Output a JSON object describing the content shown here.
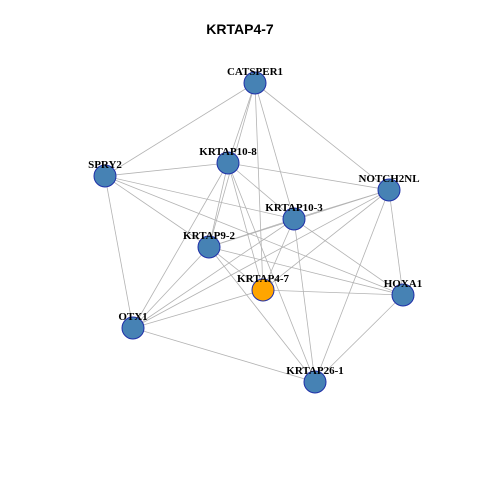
{
  "title": "KRTAP4-7",
  "colors": {
    "node_fill": "#4682b4",
    "focus_fill": "#ffa500",
    "node_stroke": "#1f2fa8",
    "edge": "#b3b3b3"
  },
  "nodes": [
    {
      "id": "CATSPER1",
      "label": "CATSPER1",
      "focus": false
    },
    {
      "id": "KRTAP10-8",
      "label": "KRTAP10-8",
      "focus": false
    },
    {
      "id": "SPRY2",
      "label": "SPRY2",
      "focus": false
    },
    {
      "id": "NOTCH2NL",
      "label": "NOTCH2NL",
      "focus": false
    },
    {
      "id": "KRTAP10-3",
      "label": "KRTAP10-3",
      "focus": false
    },
    {
      "id": "KRTAP9-2",
      "label": "KRTAP9-2",
      "focus": false
    },
    {
      "id": "KRTAP4-7",
      "label": "KRTAP4-7",
      "focus": true
    },
    {
      "id": "HOXA1",
      "label": "HOXA1",
      "focus": false
    },
    {
      "id": "OTX1",
      "label": "OTX1",
      "focus": false
    },
    {
      "id": "KRTAP26-1",
      "label": "KRTAP26-1",
      "focus": false
    }
  ],
  "edges": [
    [
      "CATSPER1",
      "SPRY2"
    ],
    [
      "CATSPER1",
      "KRTAP10-8"
    ],
    [
      "CATSPER1",
      "NOTCH2NL"
    ],
    [
      "CATSPER1",
      "KRTAP10-3"
    ],
    [
      "CATSPER1",
      "KRTAP9-2"
    ],
    [
      "CATSPER1",
      "KRTAP4-7"
    ],
    [
      "SPRY2",
      "KRTAP10-8"
    ],
    [
      "SPRY2",
      "KRTAP10-3"
    ],
    [
      "SPRY2",
      "KRTAP9-2"
    ],
    [
      "SPRY2",
      "OTX1"
    ],
    [
      "SPRY2",
      "HOXA1"
    ],
    [
      "KRTAP10-8",
      "NOTCH2NL"
    ],
    [
      "KRTAP10-8",
      "KRTAP10-3"
    ],
    [
      "KRTAP10-8",
      "KRTAP9-2"
    ],
    [
      "KRTAP10-8",
      "KRTAP4-7"
    ],
    [
      "KRTAP10-8",
      "OTX1"
    ],
    [
      "KRTAP10-8",
      "KRTAP26-1"
    ],
    [
      "NOTCH2NL",
      "KRTAP10-3"
    ],
    [
      "NOTCH2NL",
      "KRTAP9-2"
    ],
    [
      "NOTCH2NL",
      "KRTAP4-7"
    ],
    [
      "NOTCH2NL",
      "HOXA1"
    ],
    [
      "NOTCH2NL",
      "KRTAP26-1"
    ],
    [
      "NOTCH2NL",
      "OTX1"
    ],
    [
      "KRTAP10-3",
      "KRTAP9-2"
    ],
    [
      "KRTAP10-3",
      "KRTAP4-7"
    ],
    [
      "KRTAP10-3",
      "HOXA1"
    ],
    [
      "KRTAP10-3",
      "OTX1"
    ],
    [
      "KRTAP10-3",
      "KRTAP26-1"
    ],
    [
      "KRTAP9-2",
      "KRTAP4-7"
    ],
    [
      "KRTAP9-2",
      "HOXA1"
    ],
    [
      "KRTAP9-2",
      "OTX1"
    ],
    [
      "KRTAP9-2",
      "KRTAP26-1"
    ],
    [
      "KRTAP4-7",
      "HOXA1"
    ],
    [
      "KRTAP4-7",
      "OTX1"
    ],
    [
      "OTX1",
      "KRTAP26-1"
    ],
    [
      "HOXA1",
      "KRTAP26-1"
    ]
  ]
}
